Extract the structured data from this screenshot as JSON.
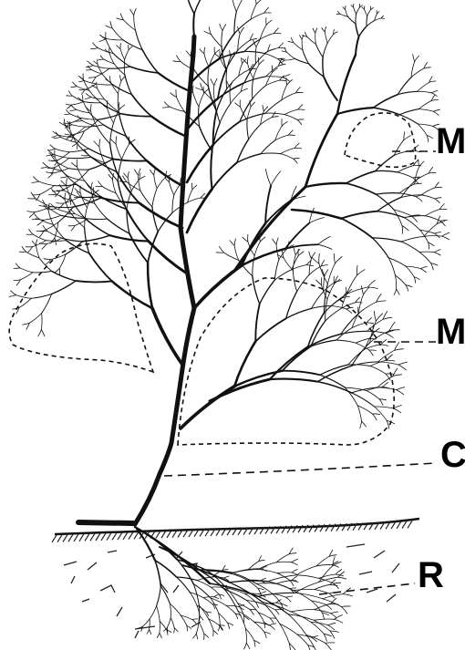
{
  "labels": {
    "m_upper": "M",
    "m_lower": "M",
    "c": "C",
    "r": "R"
  },
  "colors": {
    "ink": "#111111",
    "paper": "#ffffff"
  }
}
